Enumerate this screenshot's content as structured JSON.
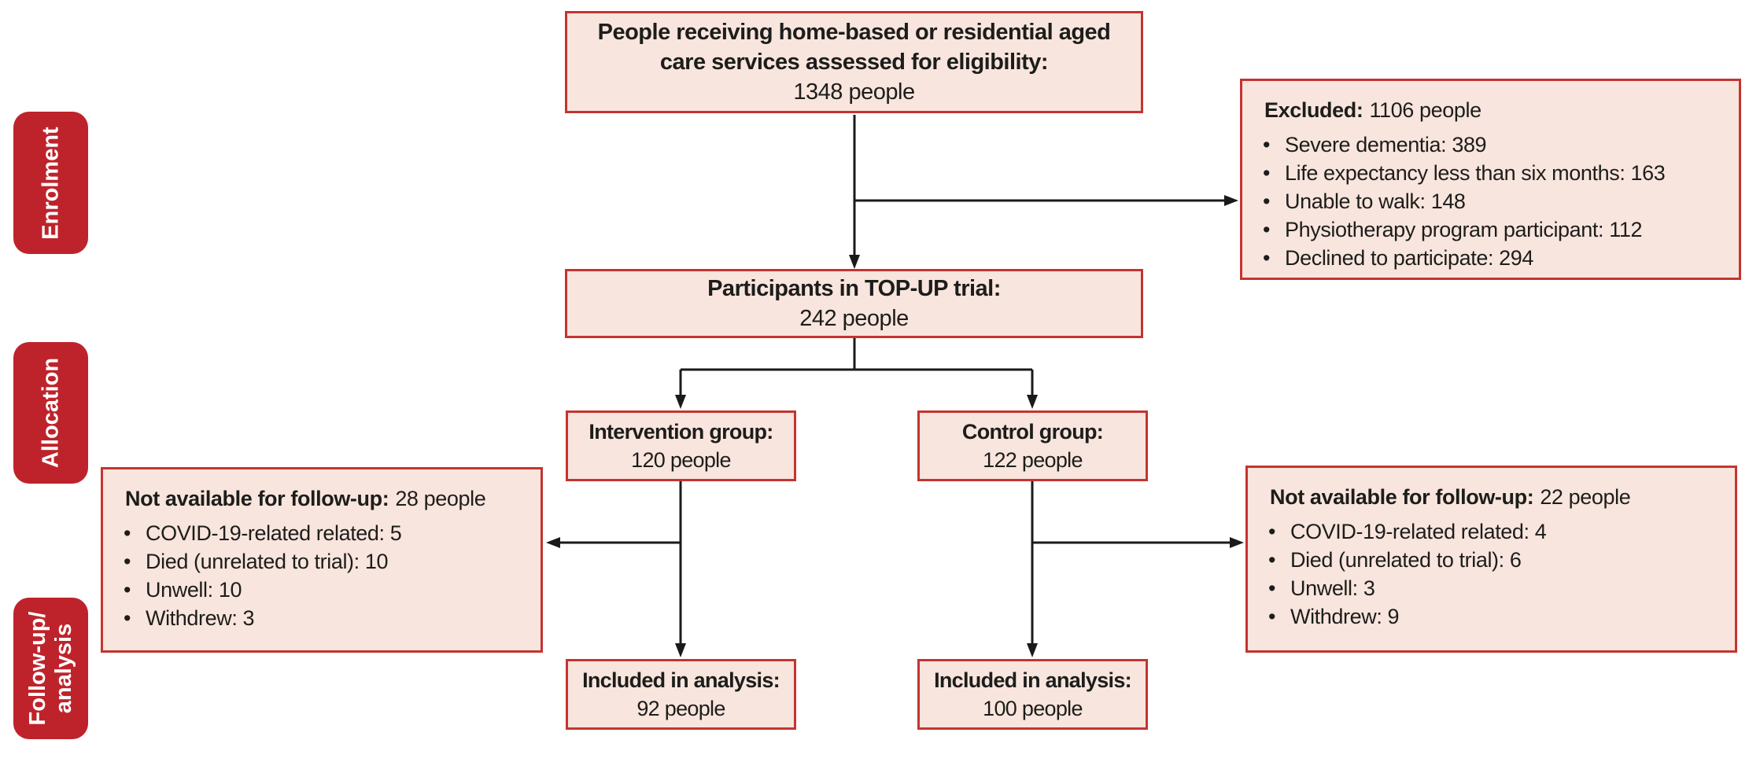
{
  "palette": {
    "background": "#ffffff",
    "box_fill": "#f8e5dd",
    "box_border": "#c43430",
    "stage_fill": "#be232b",
    "stage_text": "#ffffff",
    "text": "#1d1d1b",
    "arrow": "#1a1a1a"
  },
  "stages": [
    {
      "id": "enrolment",
      "lines": [
        "Enrolment"
      ]
    },
    {
      "id": "allocation",
      "lines": [
        "Allocation"
      ]
    },
    {
      "id": "followup-analysis",
      "lines": [
        "Follow-up/",
        "analysis"
      ]
    }
  ],
  "boxes": {
    "eligibility": {
      "title": "People receiving home-based or residential aged care services assessed for eligibility:",
      "value": "1348 people"
    },
    "excluded": {
      "label": "Excluded:",
      "count": "1106 people",
      "items": [
        "Severe dementia: 389",
        "Life expectancy less than six months: 163",
        "Unable to walk: 148",
        "Physiotherapy program participant: 112",
        "Declined to participate: 294"
      ]
    },
    "participants": {
      "title": "Participants in TOP-UP trial:",
      "value": "242 people"
    },
    "intervention": {
      "title": "Intervention group:",
      "value": "120 people"
    },
    "control": {
      "title": "Control group:",
      "value": "122 people"
    },
    "not_available_left": {
      "label": "Not available for follow-up:",
      "count": "28 people",
      "items": [
        "COVID-19-related related: 5",
        "Died (unrelated to trial): 10",
        "Unwell: 10",
        "Withdrew: 3"
      ]
    },
    "not_available_right": {
      "label": "Not available for follow-up:",
      "count": "22 people",
      "items": [
        "COVID-19-related related: 4",
        "Died (unrelated to trial): 6",
        "Unwell: 3",
        "Withdrew: 9"
      ]
    },
    "analysis_left": {
      "title": "Included in analysis:",
      "value": "92 people"
    },
    "analysis_right": {
      "title": "Included in analysis:",
      "value": "100 people"
    }
  }
}
